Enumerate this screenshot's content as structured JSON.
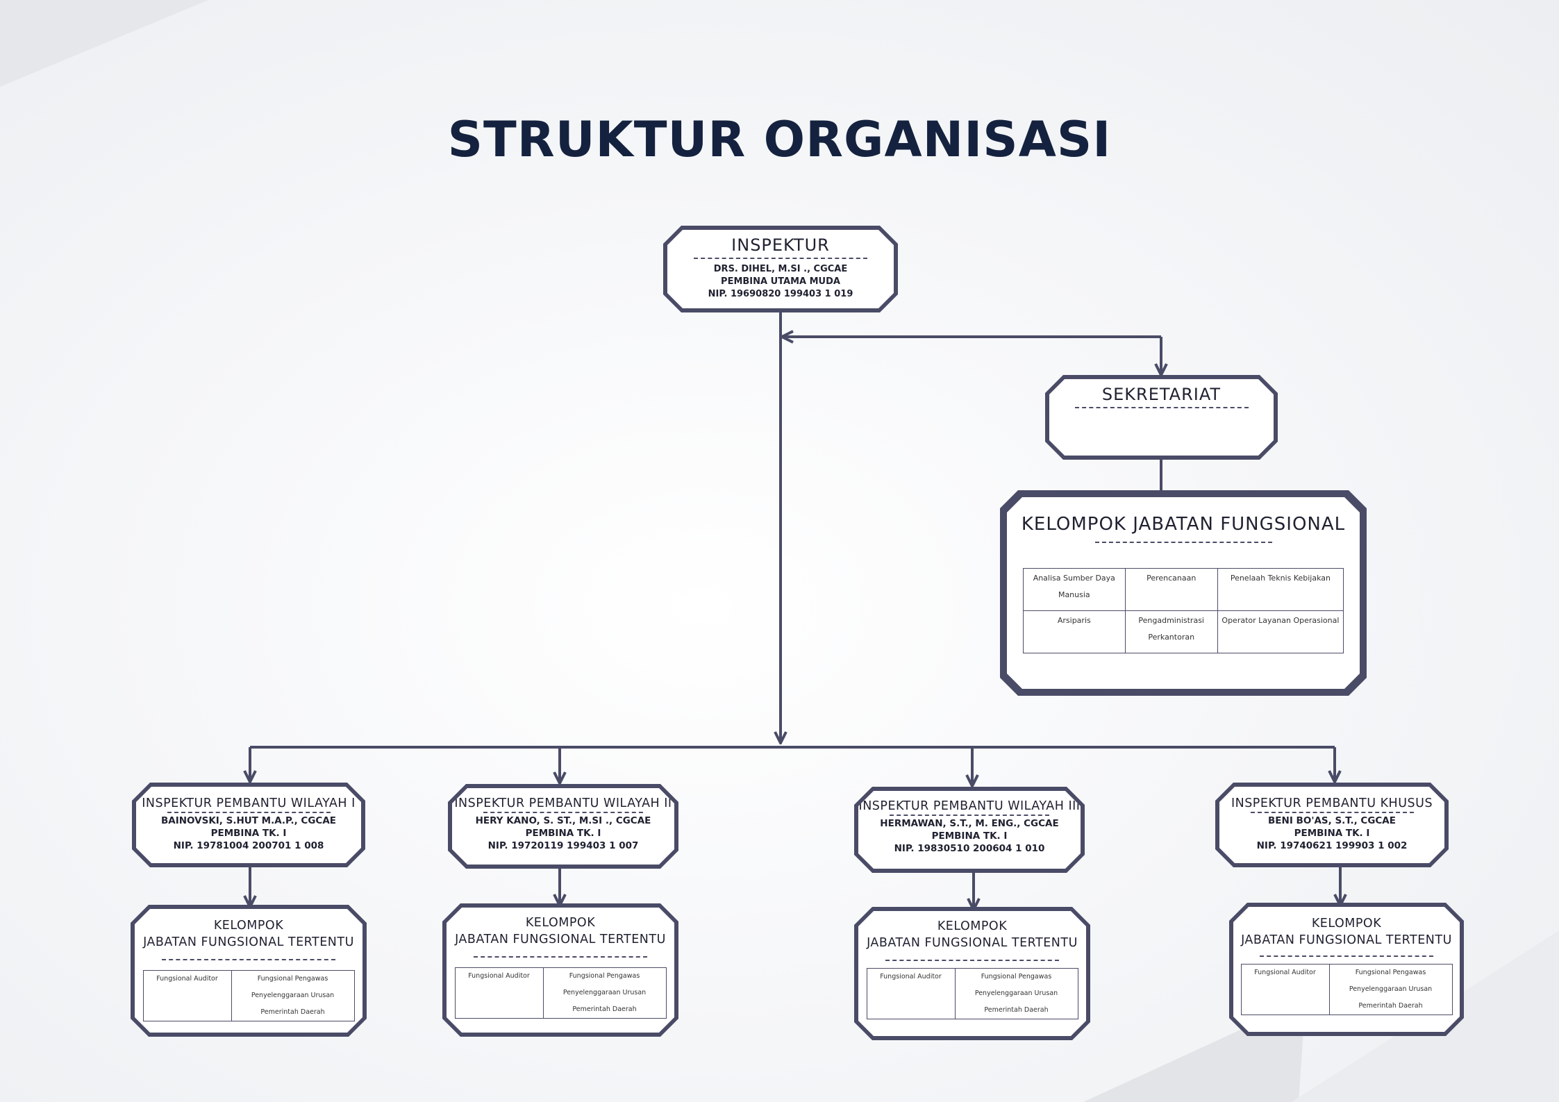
{
  "page": {
    "title": "STRUKTUR ORGANISASI"
  },
  "colors": {
    "title": "#14223f",
    "box_border": "#4a4b66",
    "connector": "#4a4b66",
    "background": "#f3f4f6"
  },
  "inspektur": {
    "title": "INSPEKTUR",
    "name": "DRS. DIHEL, M.SI ., CGCAE",
    "rank": "PEMBINA UTAMA MUDA",
    "nip": "NIP. 19690820 199403 1 019"
  },
  "sekretariat": {
    "title": "SEKRETARIAT"
  },
  "kelompok": {
    "title": "KELOMPOK JABATAN FUNGSIONAL",
    "rows": [
      [
        "Analisa Sumber Daya Manusia",
        "Perencanaan",
        "Penelaah Teknis Kebijakan"
      ],
      [
        "Arsiparis",
        "Pengadministrasi Perkantoran",
        "Operator Layanan Operasional"
      ]
    ]
  },
  "pembantu": [
    {
      "title": "INSPEKTUR PEMBANTU WILAYAH I",
      "name": "BAINOVSKI, S.HUT M.A.P., CGCAE",
      "rank": "PEMBINA TK. I",
      "nip": "NIP. 19781004 200701 1 008"
    },
    {
      "title": "INSPEKTUR PEMBANTU WILAYAH II",
      "name": "HERY KANO, S. ST., M.SI ., CGCAE",
      "rank": "PEMBINA TK. I",
      "nip": "NIP. 19720119 199403 1 007"
    },
    {
      "title": "INSPEKTUR PEMBANTU WILAYAH III",
      "name": "HERMAWAN, S.T., M. ENG., CGCAE",
      "rank": "PEMBINA TK. I",
      "nip": "NIP. 19830510 200604 1 010"
    },
    {
      "title": "INSPEKTUR PEMBANTU KHUSUS",
      "name": "BENI BO'AS, S.T., CGCAE",
      "rank": "PEMBINA TK. I",
      "nip": "NIP. 19740621 199903 1 002"
    }
  ],
  "jft": {
    "title_line1": "KELOMPOK",
    "title_line2": "JABATAN FUNGSIONAL TERTENTU",
    "col1": "Fungsional Auditor",
    "col2": "Fungsional Pengawas Penyelenggaraan Urusan Pemerintah Daerah"
  }
}
